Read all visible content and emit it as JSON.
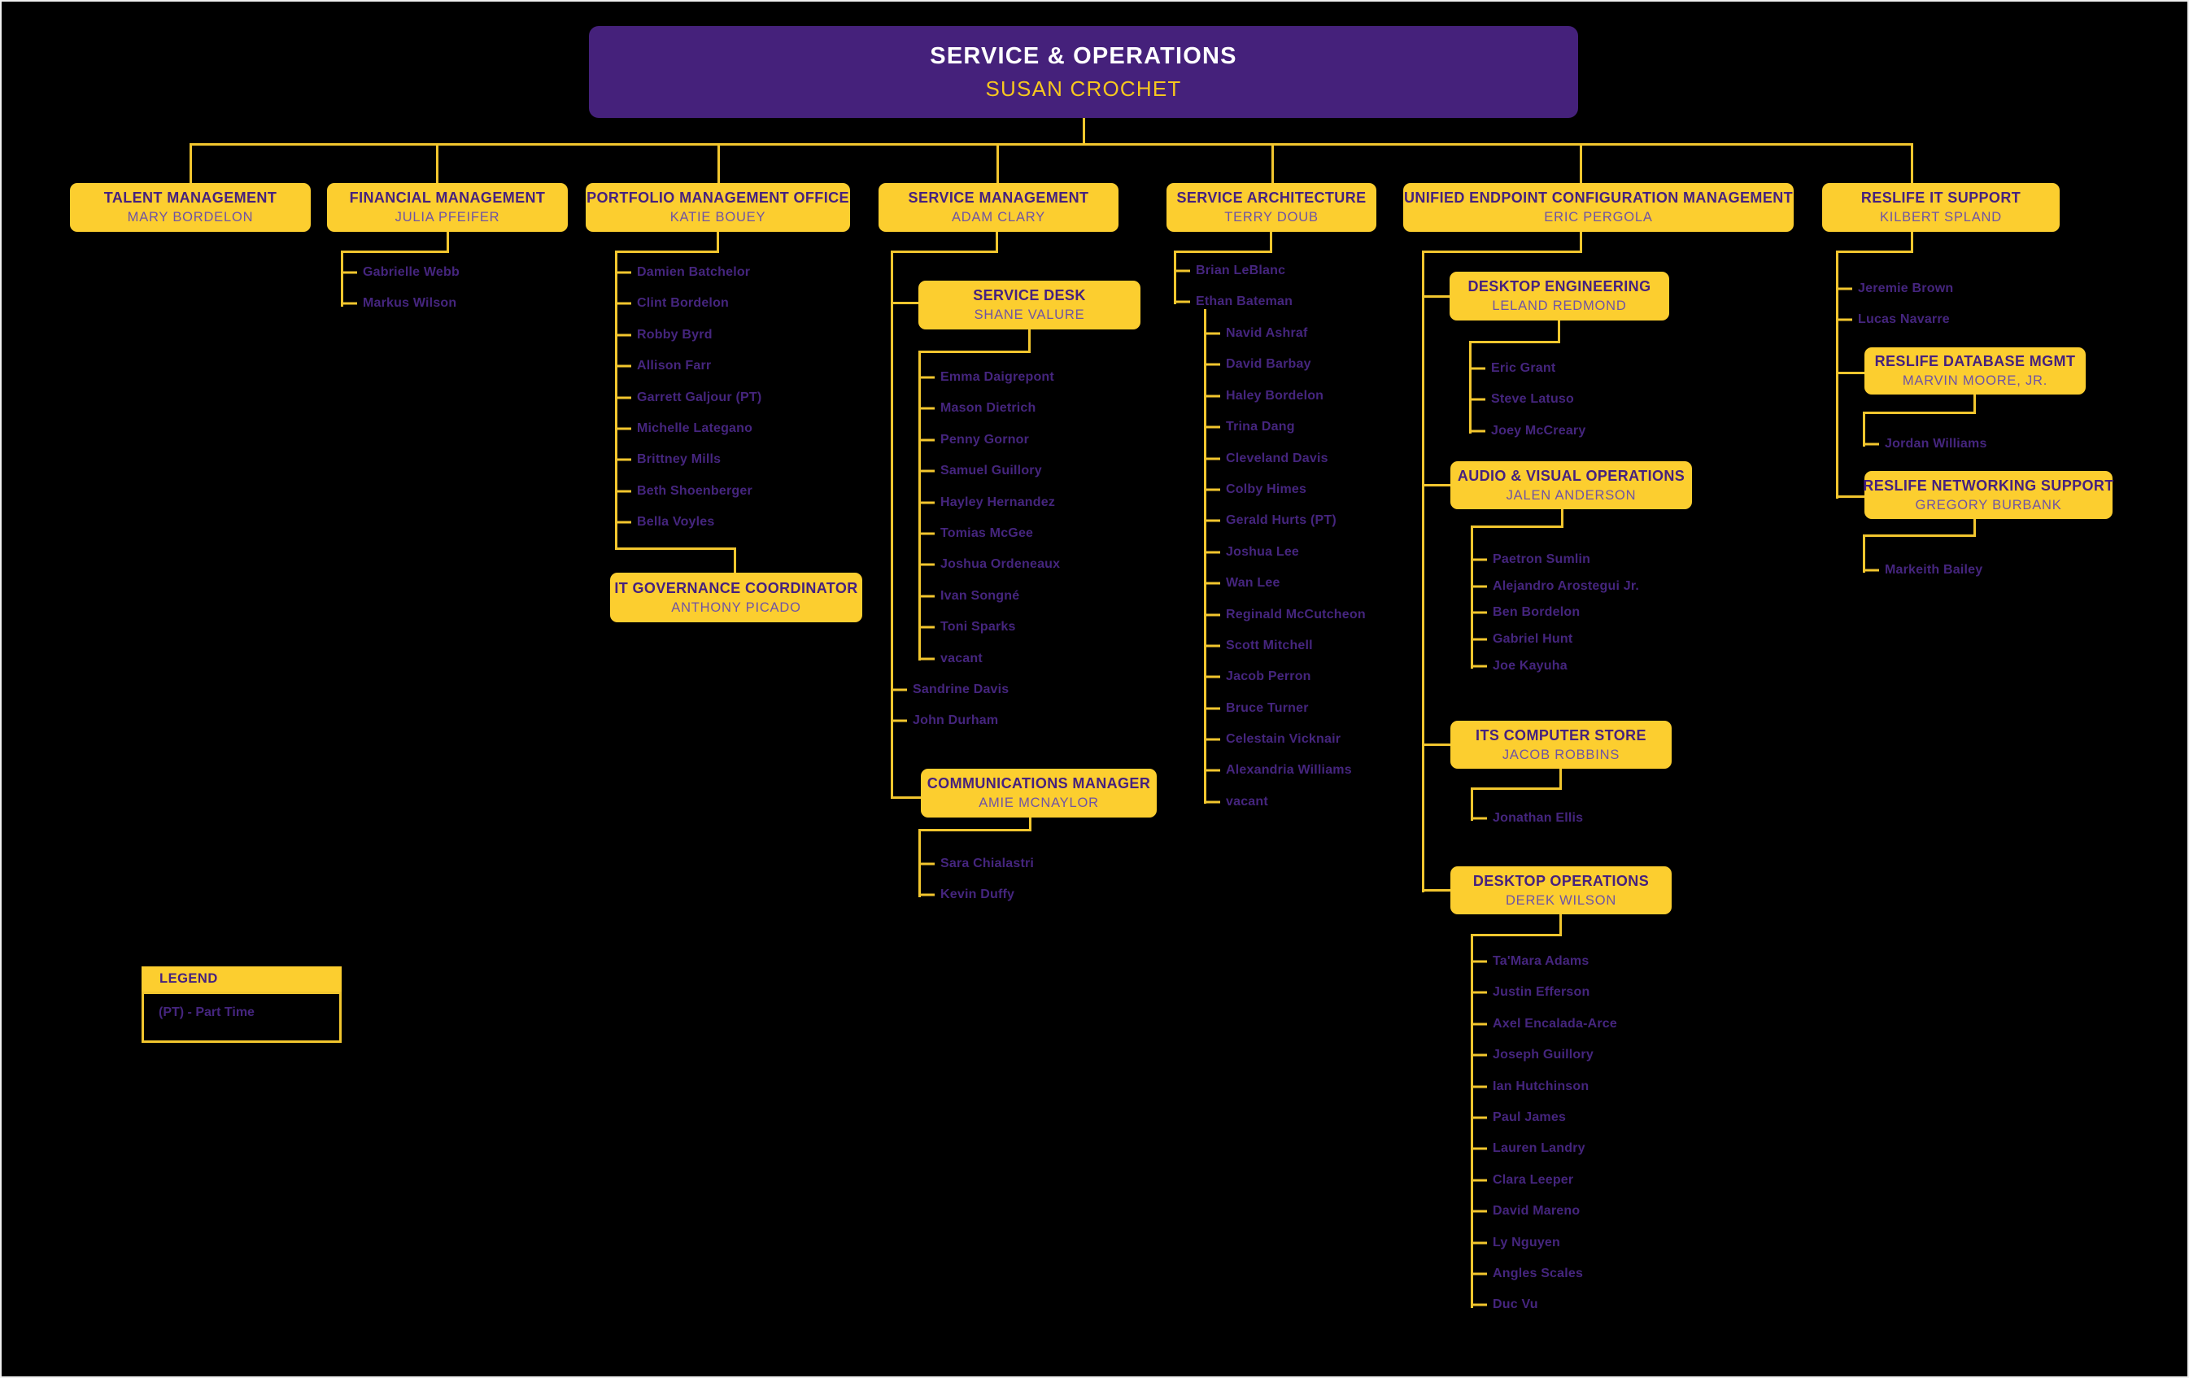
{
  "root": {
    "title": "SERVICE & OPERATIONS",
    "name": "SUSAN CROCHET"
  },
  "legend": {
    "title": "LEGEND",
    "entries": [
      "(PT) - Part Time"
    ]
  },
  "colors": {
    "background": "#000000",
    "box_gold": "#FCCE2F",
    "line_gold": "#F2C62E",
    "root_purple": "#45217B",
    "title_purple": "#46217E",
    "subtitle_purple": "#6F53A5",
    "member_purple": "#45257E",
    "root_name_gold": "#F8C81E"
  },
  "departments": {
    "talent": {
      "title": "TALENT MANAGEMENT",
      "name": "MARY BORDELON"
    },
    "financial": {
      "title": "FINANCIAL MANAGEMENT",
      "name": "JULIA PFEIFER",
      "members": [
        "Gabrielle Webb",
        "Markus Wilson"
      ]
    },
    "portfolio": {
      "title": "PORTFOLIO MANAGEMENT OFFICE",
      "name": "KATIE BOUEY",
      "members": [
        "Damien Batchelor",
        "Clint Bordelon",
        "Robby Byrd",
        "Allison Farr",
        "Garrett Galjour (PT)",
        "Michelle Lategano",
        "Brittney Mills",
        "Beth Shoenberger",
        "Bella Voyles"
      ],
      "sub": {
        "title": "IT GOVERNANCE COORDINATOR",
        "name": "ANTHONY PICADO"
      }
    },
    "service_management": {
      "title": "SERVICE MANAGEMENT",
      "name": "ADAM CLARY",
      "members": [
        "Sandrine Davis",
        "John Durham"
      ],
      "teams": {
        "service_desk": {
          "title": "SERVICE DESK",
          "name": "SHANE VALURE",
          "members": [
            "Emma Daigrepont",
            "Mason Dietrich",
            "Penny Gornor",
            "Samuel Guillory",
            "Hayley Hernandez",
            "Tomias McGee",
            "Joshua Ordeneaux",
            "Ivan Songné",
            "Toni Sparks",
            "vacant"
          ]
        },
        "communications": {
          "title": "COMMUNICATIONS MANAGER",
          "name": "AMIE MCNAYLOR",
          "members": [
            "Sara Chialastri",
            "Kevin Duffy"
          ]
        }
      }
    },
    "service_architecture": {
      "title": "SERVICE ARCHITECTURE",
      "name": "TERRY DOUB",
      "members": [
        "Brian LeBlanc",
        "Ethan Bateman"
      ],
      "bateman_team": [
        "Navid Ashraf",
        "David Barbay",
        "Haley Bordelon",
        "Trina Dang",
        "Cleveland Davis",
        "Colby Himes",
        "Gerald Hurts (PT)",
        "Joshua Lee",
        "Wan Lee",
        "Reginald McCutcheon",
        "Scott Mitchell",
        "Jacob Perron",
        "Bruce Turner",
        "Celestain Vicknair",
        "Alexandria Williams",
        "vacant"
      ]
    },
    "uecm": {
      "title": "UNIFIED ENDPOINT CONFIGURATION MANAGEMENT",
      "name": "ERIC PERGOLA",
      "teams": {
        "desktop_engineering": {
          "title": "DESKTOP ENGINEERING",
          "name": "LELAND REDMOND",
          "members": [
            "Eric Grant",
            "Steve Latuso",
            "Joey McCreary"
          ]
        },
        "av_operations": {
          "title": "AUDIO & VISUAL OPERATIONS",
          "name": "JALEN ANDERSON",
          "members": [
            "Paetron Sumlin",
            "Alejandro Arostegui Jr.",
            "Ben Bordelon",
            "Gabriel Hunt",
            "Joe Kayuha"
          ]
        },
        "computer_store": {
          "title": "ITS COMPUTER STORE",
          "name": "JACOB ROBBINS",
          "members": [
            "Jonathan Ellis"
          ]
        },
        "desktop_operations": {
          "title": "DESKTOP OPERATIONS",
          "name": "DEREK WILSON",
          "members": [
            "Ta'Mara Adams",
            "Justin Efferson",
            "Axel Encalada-Arce",
            "Joseph Guillory",
            "Ian Hutchinson",
            "Paul James",
            "Lauren Landry",
            "Clara Leeper",
            "David Mareno",
            "Ly Nguyen",
            "Angles Scales",
            "Duc Vu"
          ]
        }
      }
    },
    "reslife": {
      "title": "RESLIFE IT SUPPORT",
      "name": "KILBERT SPLAND",
      "members": [
        "Jeremie Brown",
        "Lucas Navarre"
      ],
      "teams": {
        "database": {
          "title": "RESLIFE DATABASE MGMT",
          "name": "MARVIN MOORE, JR.",
          "members": [
            "Jordan Williams"
          ]
        },
        "networking": {
          "title": "RESLIFE NETWORKING SUPPORT",
          "name": "GREGORY BURBANK",
          "members": [
            "Markeith Bailey"
          ]
        }
      }
    }
  }
}
